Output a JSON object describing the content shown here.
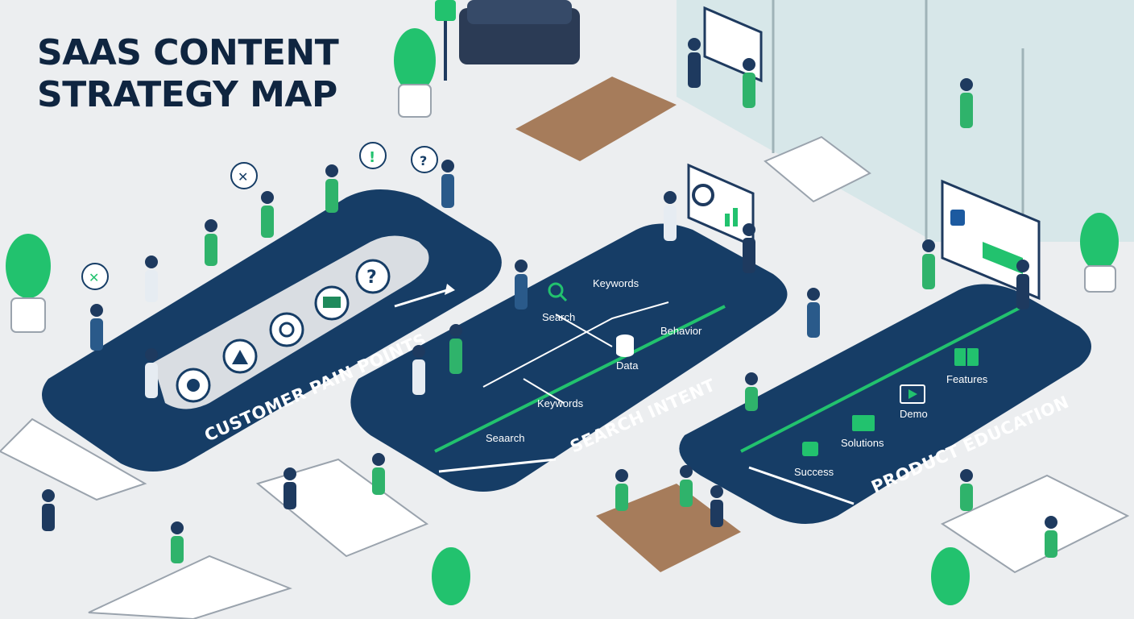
{
  "title": {
    "line1": "SAAS CONTENT",
    "line2": "STRATEGY MAP"
  },
  "colors": {
    "navy": "#163d66",
    "navy_dark": "#0f2540",
    "green": "#22c26e",
    "floor": "#eceef0",
    "path_light": "#d9dde2"
  },
  "zones": {
    "pain_points": {
      "title": "CUSTOMER PAIN POINTS",
      "icons": [
        "x-mark-icon",
        "warning-icon",
        "question-icon",
        "chart-icon",
        "gear-icon",
        "mountain-icon",
        "bug-icon",
        "tornado-icon"
      ]
    },
    "search_intent": {
      "title": "SEARCH INTENT",
      "nodes": {
        "keywords_top": "Keywords",
        "search_top": "Search",
        "behavior": "Behavior",
        "data": "Data",
        "keywords_mid": "Keywords",
        "search_bottom": "Seaarch"
      }
    },
    "product_education": {
      "title": "PRODUCT EDUCATION",
      "nodes": {
        "features": "Features",
        "demo": "Demo",
        "solutions": "Solutions",
        "success": "Success"
      }
    }
  }
}
